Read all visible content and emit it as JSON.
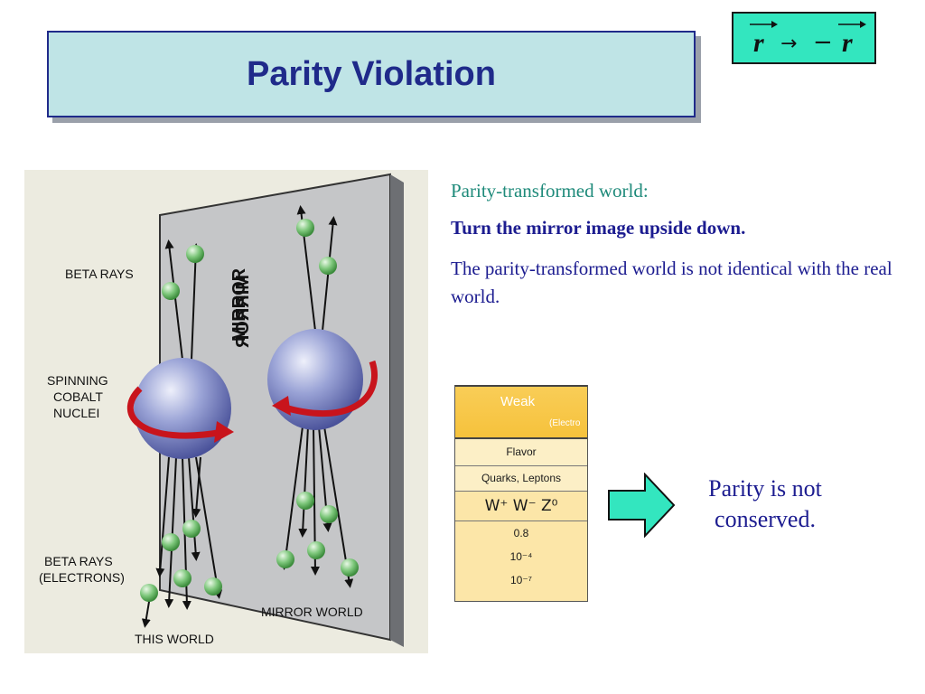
{
  "slide": {
    "title": "Parity Violation",
    "formula": {
      "lhs": "r",
      "arrow": "→",
      "minus": "−",
      "rhs": "r"
    }
  },
  "figure": {
    "labels": {
      "beta_rays": "BETA RAYS",
      "spinning": "SPINNING",
      "cobalt": "COBALT",
      "nuclei": "NUCLEI",
      "beta_rays_2": "BETA RAYS",
      "electrons": "(ELECTRONS)",
      "this_world": "THIS WORLD",
      "mirror_world": "MIRROR WORLD",
      "mirror": "MIRROR",
      "mirror_reflected": "MIRROR"
    }
  },
  "text": {
    "heading": "Parity-transformed world:",
    "instruction": "Turn the mirror image upside down.",
    "body": "The parity-transformed world is not identical with the real world."
  },
  "table": {
    "header": "Weak",
    "header_sub": "(Electro",
    "rows": {
      "flavor": "Flavor",
      "quarks": "Quarks, Leptons",
      "bosons": "W⁺  W⁻  Z⁰",
      "values": [
        "0.8",
        "10⁻⁴",
        "10⁻⁷"
      ]
    }
  },
  "conclusion": {
    "line1": "Parity is not",
    "line2": "conserved."
  },
  "colors": {
    "title_fill": "#bfe4e6",
    "title_text": "#1f2a8a",
    "formula_fill": "#33e6bf",
    "accent_green": "#1e8a7a",
    "text_blue": "#1c1c90",
    "arrow_fill": "#33e6bf"
  }
}
